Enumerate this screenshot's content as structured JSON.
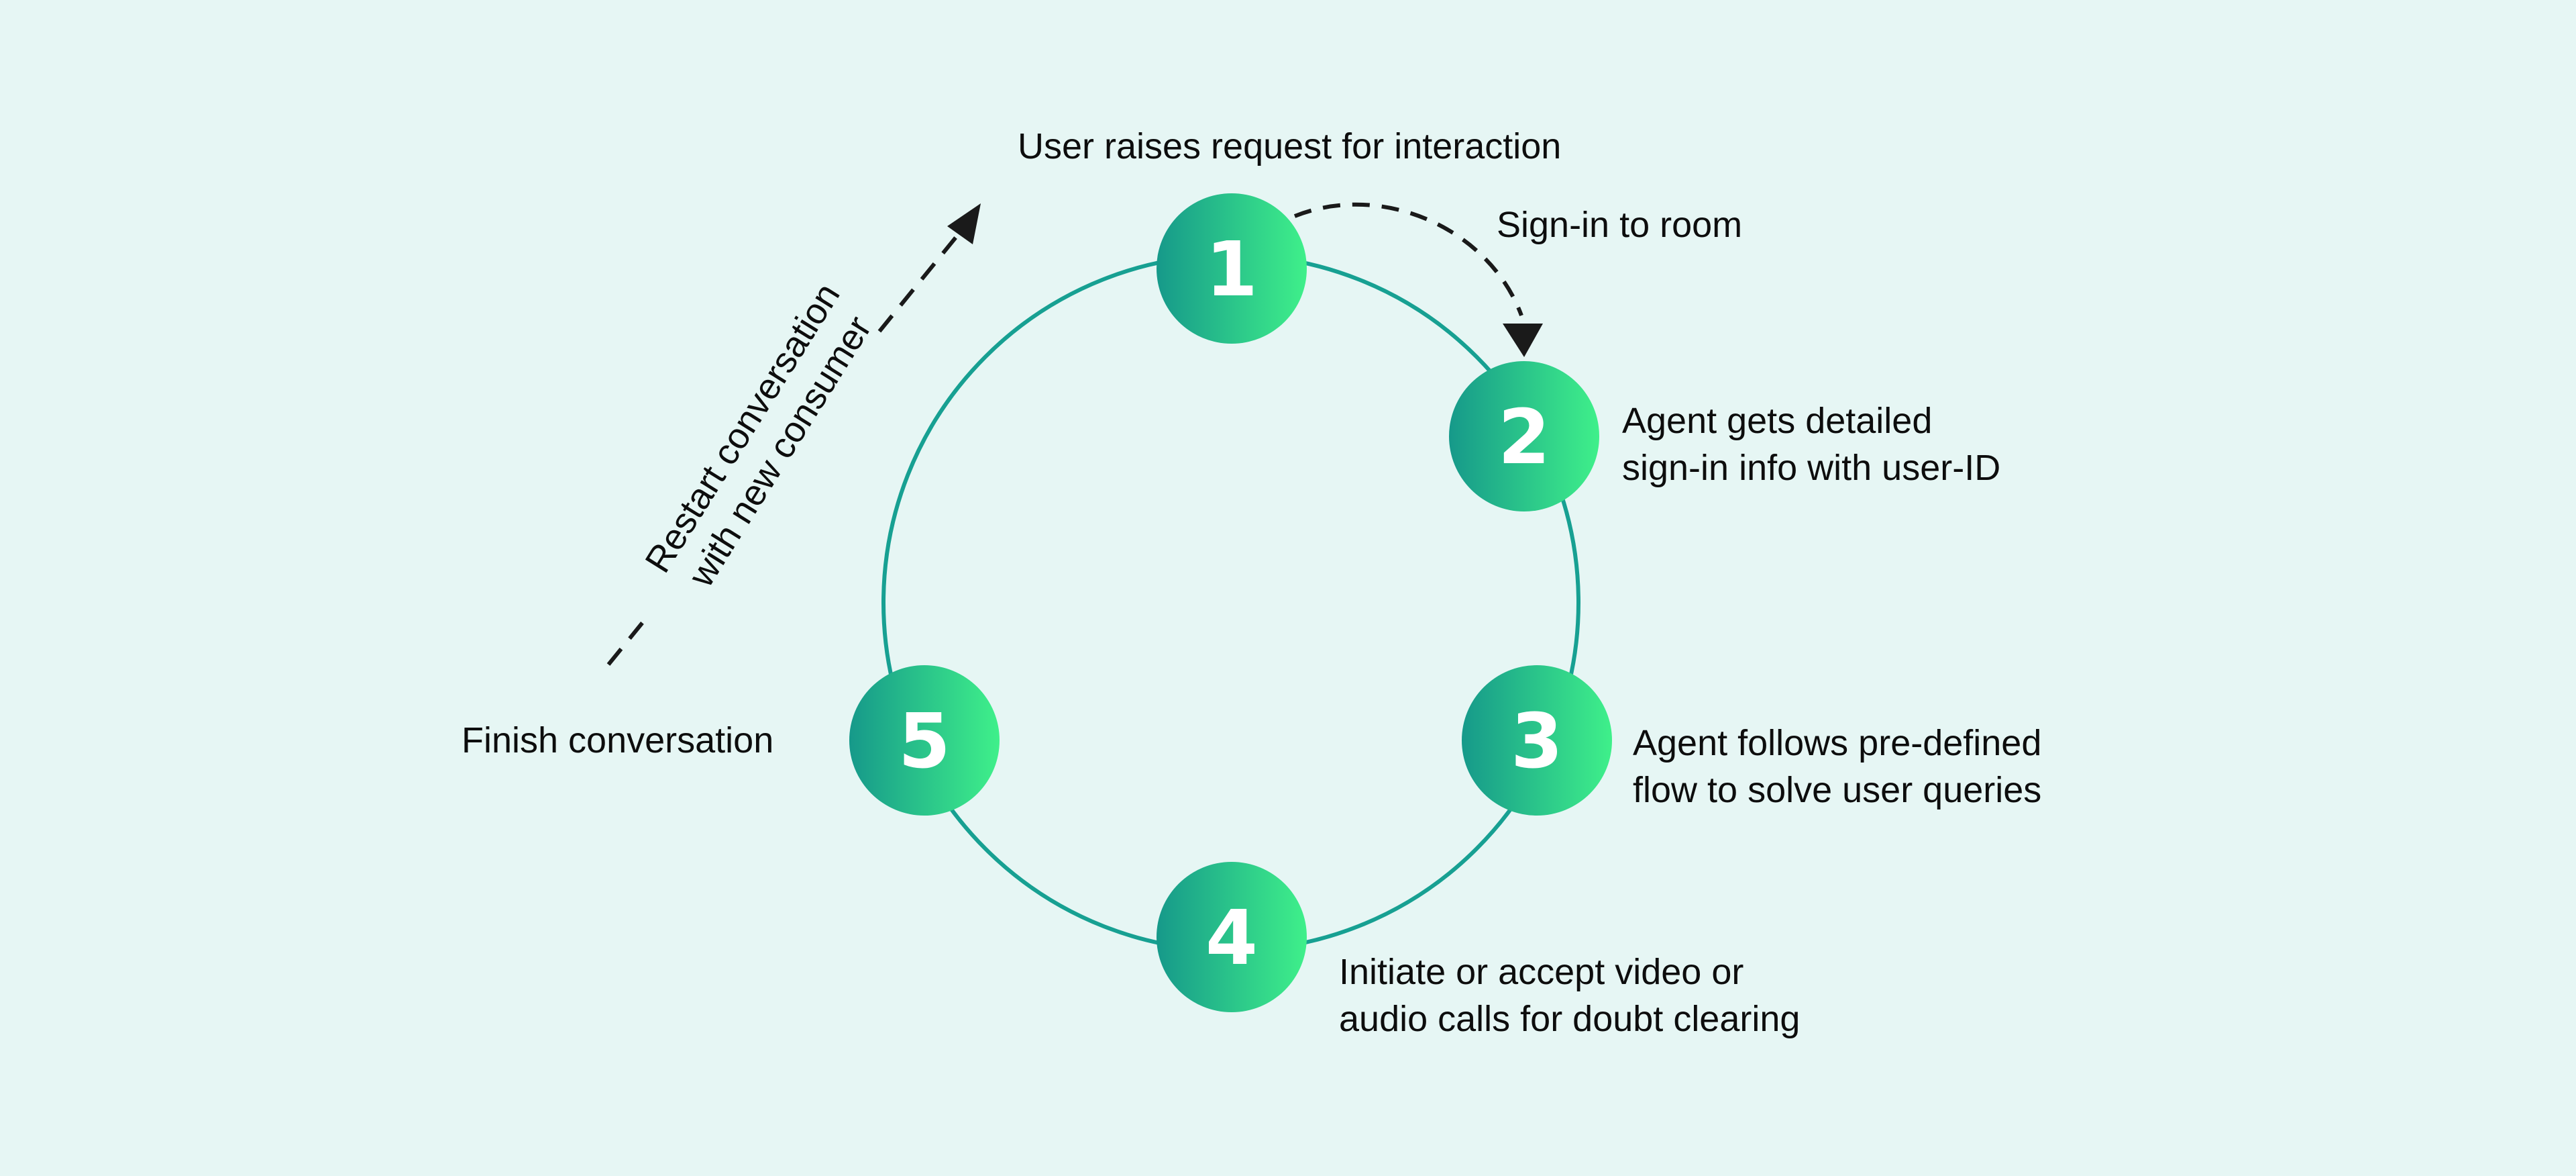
{
  "nodes": [
    {
      "id": 1,
      "number": "1"
    },
    {
      "id": 2,
      "number": "2"
    },
    {
      "id": 3,
      "number": "3"
    },
    {
      "id": 4,
      "number": "4"
    },
    {
      "id": 5,
      "number": "5"
    }
  ],
  "labels": {
    "step1": "User raises request for interaction",
    "sign_in": "Sign-in to room",
    "step2": [
      "Agent gets detailed",
      "sign-in info with user-ID"
    ],
    "step3": [
      "Agent follows pre-defined",
      "flow to solve user queries"
    ],
    "step4": [
      "Initiate or accept video or",
      "audio calls for doubt clearing"
    ],
    "step5": "Finish conversation",
    "restart": [
      "Restart conversation",
      "with new consumer"
    ]
  },
  "colors": {
    "background": "#e6f6f4",
    "ring": "#17a092",
    "node_gradient_start": "#16998a",
    "node_gradient_end": "#3ff08a",
    "text": "#0d0d0d",
    "arrow": "#1a1a1a"
  }
}
